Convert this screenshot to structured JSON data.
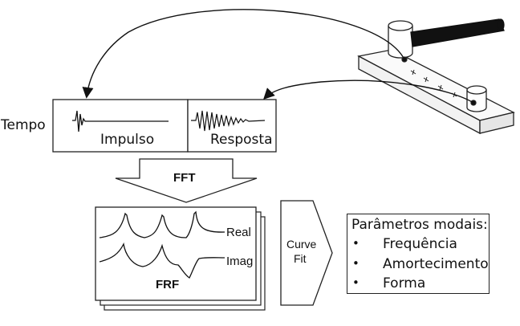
{
  "labels": {
    "tempo": "Tempo",
    "impulso": "Impulso",
    "resposta": "Resposta",
    "fft": "FFT",
    "real": "Real",
    "imag": "Imag",
    "frf": "FRF",
    "curve_fit_line1": "Curve",
    "curve_fit_line2": "Fit"
  },
  "parametros": {
    "title": "Parâmetros modais:",
    "items": [
      "Frequência",
      "Amortecimento",
      "Forma"
    ]
  }
}
